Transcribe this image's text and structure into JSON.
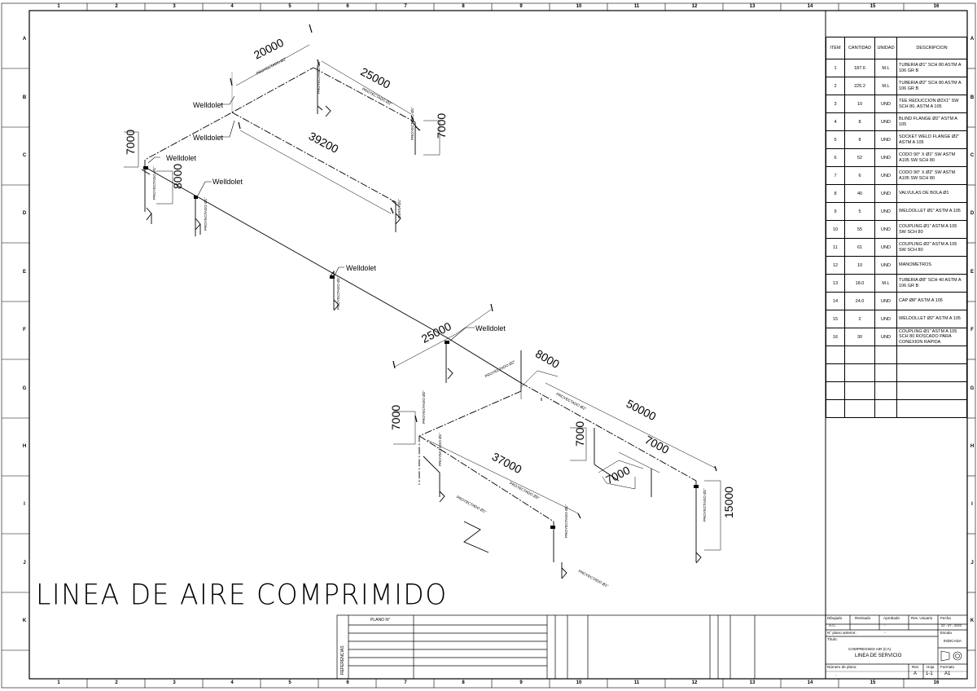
{
  "drawing": {
    "title": "LINEA DE AIRE COMPRIMIDO",
    "column_numbers": [
      "1",
      "2",
      "3",
      "4",
      "5",
      "6",
      "7",
      "8",
      "9",
      "10",
      "11",
      "12",
      "13",
      "14",
      "15",
      "16"
    ],
    "row_letters": [
      "A",
      "B",
      "C",
      "D",
      "E",
      "F",
      "G",
      "H",
      "I",
      "J",
      "K"
    ],
    "dimensions": {
      "d20000": "20000",
      "d25000a": "25000",
      "d7000a": "7000",
      "d39200": "39200",
      "d7000b": "7000",
      "d8000a": "8000",
      "d25000b": "25000",
      "d8000b": "8000",
      "d50000": "50000",
      "d7000c": "7000",
      "d7000d": "7000",
      "d7000e": "7000",
      "d37000": "37000",
      "d7000f": "7000",
      "d15000": "15000"
    },
    "callouts": {
      "w1": "Welldolet",
      "w2": "Welldolet",
      "w3": "Welldolet",
      "w4": "Welldolet",
      "w5": "Welldolet",
      "w6": "Welldolet"
    },
    "pipe_labels": {
      "p1": "PROYECTADO Ø2\"",
      "p2": "PROYECTADO Ø2\"",
      "p3": "PROYECTADO Ø1\"",
      "p4": "PROYECTADO Ø1\"",
      "p5": "PROYECTADO Ø1\"",
      "p6": "PROYECTADO Ø1\"",
      "p7": "DERIV. Ø1\"",
      "p8": "PROYECTADO Ø1\"",
      "p9": "PROYECTADO Ø2\"",
      "p10": "PROYECTADO Ø2\"",
      "p11": "PROYECTADO Ø2\"",
      "p12": "PROYECTADO Ø1\"",
      "p13": "PROYECTADO Ø2\"",
      "p14": "PROYECTADO Ø1\"",
      "p15": "PROYECTADO Ø1\"",
      "p16": "PROYECTADO Ø1\"",
      "p17": "PROYECTADO Ø1\""
    }
  },
  "bom": {
    "headers": [
      "ITEM",
      "CANTIDAD",
      "UNIDAD",
      "DESCRIPCION"
    ],
    "rows": [
      {
        "item": "1",
        "qty": "187.6",
        "unit": "M.L",
        "desc": "TUBERIA Ø1\" SCH 80 ASTM A 106 GR B"
      },
      {
        "item": "2",
        "qty": "225.2",
        "unit": "M.L",
        "desc": "TUBERIA Ø2\" SCH 80 ASTM A 106 GR B"
      },
      {
        "item": "3",
        "qty": "10",
        "unit": "UND",
        "desc": "TEE REDUCCION Ø2X1\" SW SCH 80, ASTM A 105"
      },
      {
        "item": "4",
        "qty": "8",
        "unit": "UND",
        "desc": "BLIND FLANGE Ø2\" ASTM A 105"
      },
      {
        "item": "5",
        "qty": "8",
        "unit": "UND",
        "desc": "SOCKET WELD FLANGE Ø2\" ASTM A 105"
      },
      {
        "item": "6",
        "qty": "52",
        "unit": "UND",
        "desc": "CODO 90° X Ø1\" SW ASTM A105  SW SCH 80"
      },
      {
        "item": "7",
        "qty": "6",
        "unit": "UND",
        "desc": "CODO 90° X Ø2\" SW ASTM A105  SW SCH 80"
      },
      {
        "item": "8",
        "qty": "40",
        "unit": "UND",
        "desc": "VALVULAS DE BOLA Ø1"
      },
      {
        "item": "9",
        "qty": "5",
        "unit": "UND",
        "desc": "WELDOLLET Ø1\" ASTM A 105"
      },
      {
        "item": "10",
        "qty": "55",
        "unit": "UND",
        "desc": "COUPLING Ø1\" ASTM A 105 SW SCH 80"
      },
      {
        "item": "11",
        "qty": "61",
        "unit": "UND",
        "desc": "COUPLING Ø2\" ASTM A 105 SW SCH 80"
      },
      {
        "item": "12",
        "qty": "10",
        "unit": "UND",
        "desc": "MANOMETROS"
      },
      {
        "item": "13",
        "qty": "18.0",
        "unit": "M.L",
        "desc": "TUBERIA Ø8\" SCH 40 ASTM A 106 GR B"
      },
      {
        "item": "14",
        "qty": "24.0",
        "unit": "UND",
        "desc": "CAP Ø8\" ASTM A 105"
      },
      {
        "item": "15",
        "qty": "2",
        "unit": "UND",
        "desc": "WELDOLLET Ø2\" ASTM A 105"
      },
      {
        "item": "16",
        "qty": "30",
        "unit": "UND",
        "desc": "COUPLING Ø1\" ASTM A 105 SCH 80 ROSCADO PARA CONEXION RAPIDA"
      },
      {
        "item": "",
        "qty": "",
        "unit": "",
        "desc": ""
      },
      {
        "item": "",
        "qty": "",
        "unit": "",
        "desc": ""
      },
      {
        "item": "",
        "qty": "",
        "unit": "",
        "desc": ""
      },
      {
        "item": "",
        "qty": "",
        "unit": "",
        "desc": ""
      }
    ]
  },
  "title_block": {
    "referencias": "REFERENCIAS",
    "plano_no": "PLANO N°",
    "dibujado_label": "Dibujado",
    "dibujado_val": "A.C.",
    "revisado_label": "Revisado",
    "aprobado_label": "Aprobado",
    "aprobado_val": "-",
    "rev_usuario_label": "Rev. Usuario",
    "fecha_label": "Fecha",
    "fecha_val": "22 - 07 - 2023",
    "plano_anterior": "N° plano anterior:",
    "plano_anterior_val": "-",
    "escala_label": "Escala",
    "escala_val": "INDICADA",
    "titulo_label": "Título:",
    "titulo_1": "COMPRESSED AIR (CA)",
    "titulo_2": "LINEA DE SERVICIO",
    "numero_label": "Número de plano:",
    "numero_val": "-",
    "rev_label": "Rev",
    "rev_val": "A",
    "hoja_label": "Hoja",
    "hoja_val": "1-1",
    "formato_label": "Formato",
    "formato_val": "A1"
  }
}
